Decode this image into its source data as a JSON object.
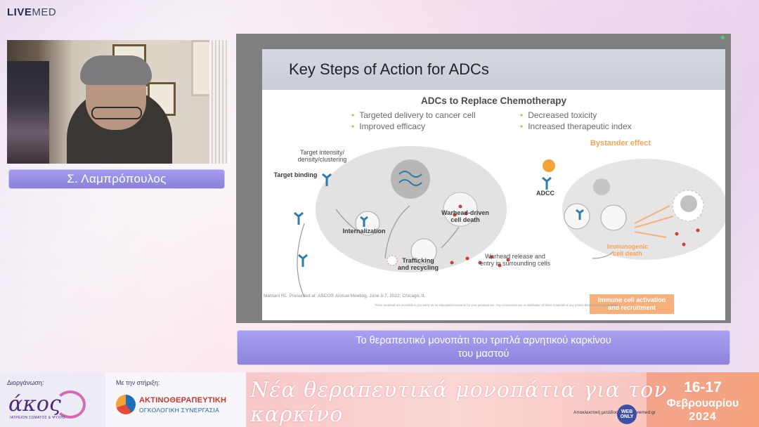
{
  "brand": {
    "prefix": "LIVE",
    "suffix": "MED"
  },
  "speaker": {
    "name": "Σ. Λαμπρόπουλος"
  },
  "slide": {
    "title": "Key Steps of Action for ADCs",
    "subtitle": "ADCs to Replace Chemotherapy",
    "bullets_left": [
      "Targeted delivery to cancer cell",
      "Improved efficacy"
    ],
    "bullets_right": [
      "Decreased toxicity",
      "Increased therapeutic index"
    ],
    "labels": {
      "target_intensity": "Target intensity/\ndensity/clustering",
      "target_binding": "Target binding",
      "internalization": "Internalization",
      "trafficking": "Trafficking\nand recycling",
      "warhead_death": "Warhead-driven\ncell death",
      "warhead_release": "Warhead release and\nentry in surrounding cells",
      "adcc": "ADCC",
      "bystander": "Bystander effect",
      "immunogenic": "Immunogenic\ncell death",
      "immune_activation": "Immune cell activation\nand recruitment"
    },
    "footnote": "Mahtani RL. Presented at: ASCO® Annual Meeting, June 3-7, 2022; Chicago, IL",
    "disclaimer": "These materials are provided to you solely as an educational resource for your personal use. Any commercial use or distribution of these materials or any portion thereof is strictly prohibited."
  },
  "caption": {
    "line1": "Το θεραπευτικό μονοπάτι του τριπλά αρνητικού καρκίνου",
    "line2": "του μαστού"
  },
  "banner": {
    "organizer_label": "Διοργάνωση:",
    "organizer_name": "άκος",
    "organizer_sub": "ΙΑΤΡΕΙΟΝ ΣΩΜΑΤΟΣ & ΨΥΧΗΣ",
    "support_label": "Με την στήριξη:",
    "sponsor_line1": "ΑΚΤΙΝΟΘΕΡΑΠΕΥΤΙΚΗ",
    "sponsor_line2": "ΟΓΚΟΛΟΓΙΚΗ ΣΥΝΕΡΓΑΣΙΑ",
    "slogan": "Νέα θεραπευτικά μονοπάτια για τον καρκίνο",
    "stream_note": "Αποκλειστική μετάδοση: www.livemed.gr",
    "web_only": "WEB ONLY",
    "date_days": "16-17",
    "date_month": "Φεβρουαρίου",
    "date_year": "2024"
  },
  "colors": {
    "accent_purple": "#8d83dc",
    "slide_orange": "#f0a54a",
    "date_orange": "#f5a47e"
  }
}
